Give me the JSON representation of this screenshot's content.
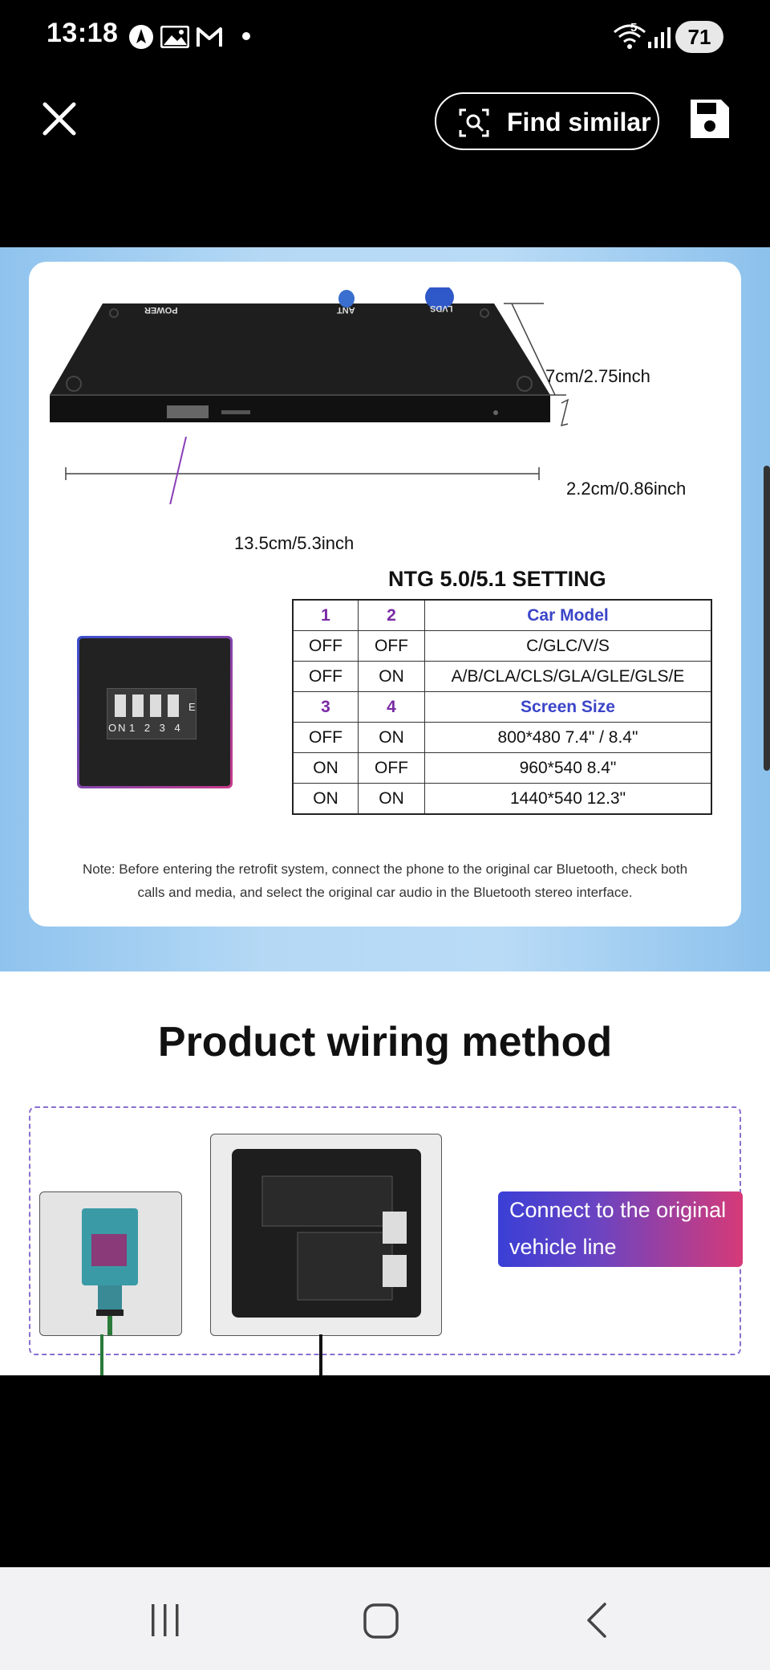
{
  "status_bar": {
    "time": "13:18",
    "battery_level": "71",
    "left_icons": [
      "navigation-icon",
      "photo-icon",
      "gmail-icon",
      "dot-icon"
    ],
    "right_icons": [
      "wifi-icon",
      "signal-icon",
      "battery-icon"
    ],
    "wifi_label": "5"
  },
  "toolbar": {
    "close_icon": "close-icon",
    "find_similar_label": "Find similar",
    "find_similar_icon": "image-search-icon",
    "save_icon": "save-icon"
  },
  "product_image": {
    "device_labels": {
      "power": "POWER",
      "ant": "ANT",
      "lvds": "LVDS"
    },
    "dims": {
      "height": "7cm/2.75inch",
      "depth": "2.2cm/0.86inch",
      "width": "13.5cm/5.3inch"
    },
    "dip_labels": {
      "on": "ON",
      "nums": "1 2 3 4",
      "e": "E"
    },
    "setting_title": "NTG 5.0/5.1 SETTING",
    "table": {
      "header1": [
        "1",
        "2",
        "Car Model"
      ],
      "rows1": [
        [
          "OFF",
          "OFF",
          "C/GLC/V/S"
        ],
        [
          "OFF",
          "ON",
          "A/B/CLA/CLS/GLA/GLE/GLS/E"
        ]
      ],
      "header2": [
        "3",
        "4",
        "Screen Size"
      ],
      "rows2": [
        [
          "OFF",
          "ON",
          "800*480   7.4\" / 8.4\""
        ],
        [
          "ON",
          "OFF",
          "960*540   8.4\""
        ],
        [
          "ON",
          "ON",
          "1440*540   12.3\""
        ]
      ]
    },
    "note": "Note: Before entering the retrofit system, connect the phone to the original car Bluetooth, check both calls and media, and select the original car audio in the Bluetooth stereo interface.",
    "wiring_title": "Product wiring method",
    "connect_badge": [
      "Connect to the original",
      "vehicle line"
    ]
  },
  "nav_bar": {
    "recents_icon": "recents-icon",
    "home_icon": "home-icon",
    "back_icon": "back-icon"
  },
  "colors": {
    "background": "#000000",
    "card_blue": "#a8d1f3",
    "accent_purple": "#7a2aa3",
    "accent_blue": "#3b45c8",
    "badge_gradient_start": "#3a3fd6",
    "badge_gradient_end": "#d63a78"
  }
}
